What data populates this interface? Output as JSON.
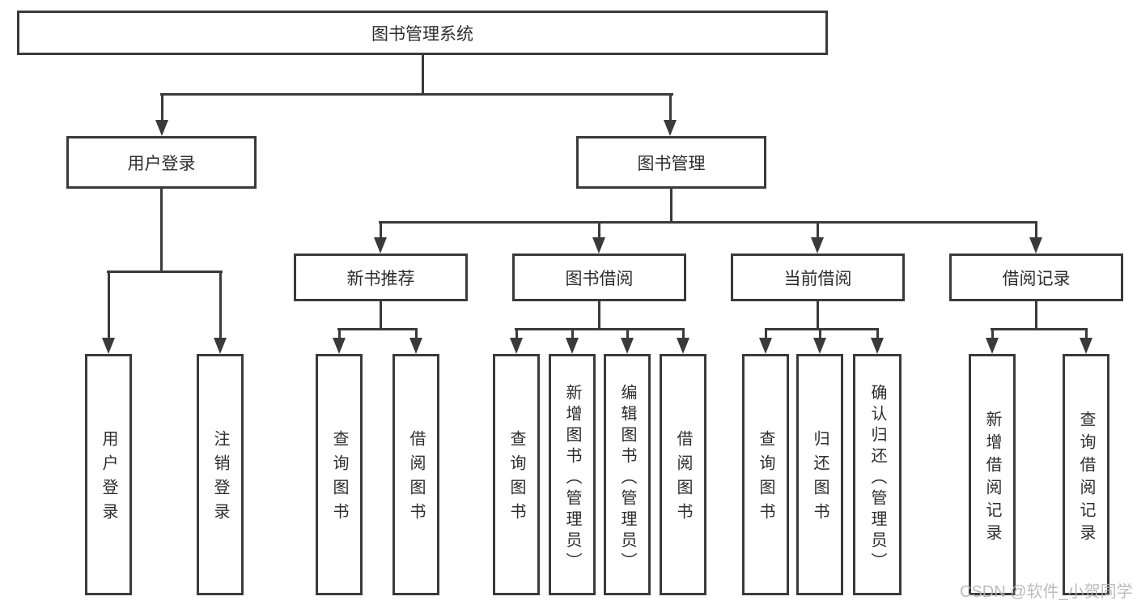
{
  "tree": {
    "root": "图书管理系统",
    "branches": [
      {
        "label": "用户登录",
        "children": [
          "用户登录",
          "注销登录"
        ]
      },
      {
        "label": "图书管理",
        "groups": [
          {
            "label": "新书推荐",
            "children": [
              "查询图书",
              "借阅图书"
            ]
          },
          {
            "label": "图书借阅",
            "children": [
              "查询图书",
              "新增图书（管理员）",
              "编辑图书（管理员）",
              "借阅图书"
            ]
          },
          {
            "label": "当前借阅",
            "children": [
              "查询图书",
              "归还图书",
              "确认归还（管理员）"
            ]
          },
          {
            "label": "借阅记录",
            "children": [
              "新增借阅记录",
              "查询借阅记录"
            ]
          }
        ]
      }
    ]
  },
  "watermark": "CSDN @软件_小贺同学",
  "colors": {
    "line": "#3a3a3a",
    "text": "#2d2d2d",
    "watermark": "#b4b4b4",
    "background": "#ffffff"
  }
}
